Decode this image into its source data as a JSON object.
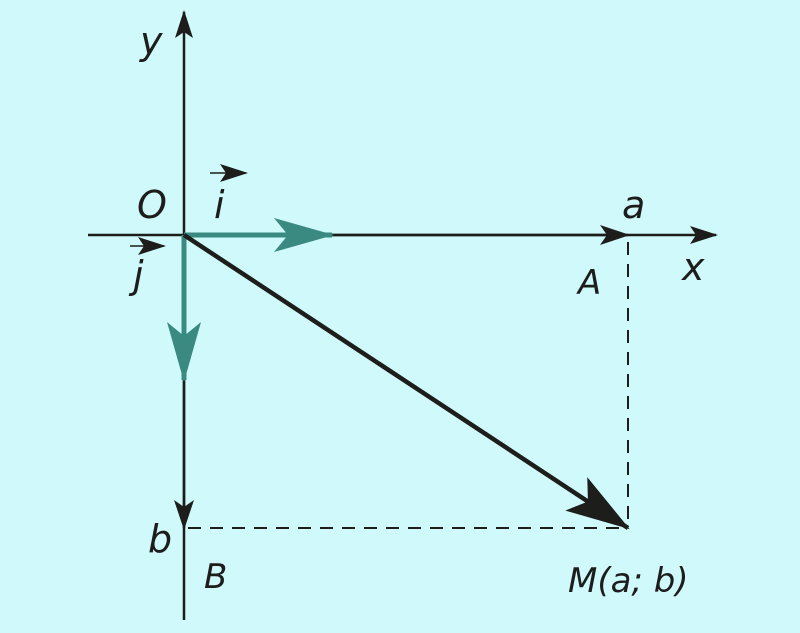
{
  "labels": {
    "y_axis": "y",
    "x_axis": "x",
    "origin": "O",
    "unit_i": "i",
    "unit_j": "j",
    "coord_a": "a",
    "coord_b": "b",
    "point_A": "A",
    "point_B": "B",
    "point_M": "M(a; b)"
  },
  "colors": {
    "background": "#cff9fb",
    "ink": "#1d1d1b",
    "unit_vectors": "#3a8a82"
  }
}
